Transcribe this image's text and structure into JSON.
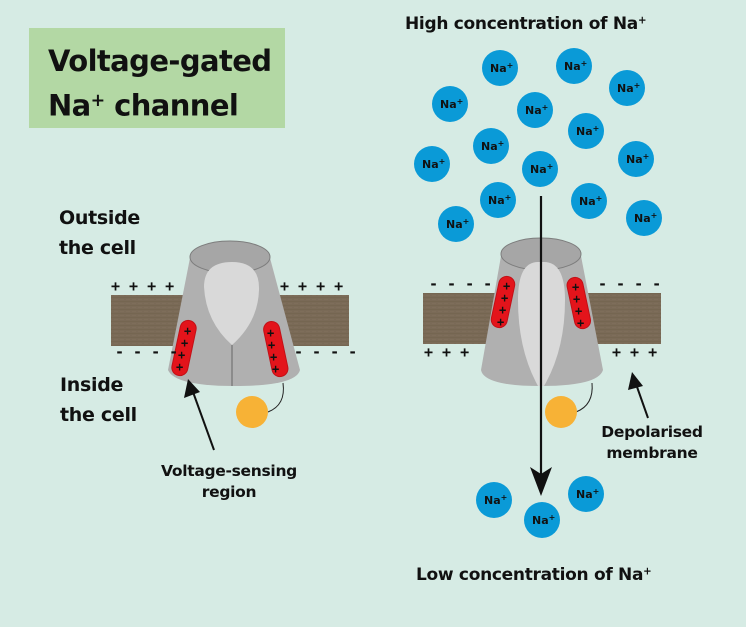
{
  "title": {
    "line1": "Voltage-gated",
    "line2_main": "Na",
    "line2_sup": "+",
    "line2_rest": " channel"
  },
  "labels": {
    "outside_line1": "Outside",
    "outside_line2": "the cell",
    "inside_line1": "Inside",
    "inside_line2": "the cell",
    "voltage_sensing_line1": "Voltage-sensing",
    "voltage_sensing_line2": "region",
    "depolarised_line1": "Depolarised",
    "depolarised_line2": "membrane",
    "high_concentration": "High concentration of Na",
    "low_concentration": "Low concentration of Na",
    "superscript_plus": "+"
  },
  "ion": {
    "symbol": "Na",
    "charge": "+"
  },
  "charges": {
    "resting": {
      "outside": "+ + + +",
      "inside": "- - - -"
    },
    "depolarised": {
      "outside": "- - - -",
      "inside": "+ + +"
    }
  },
  "ions_high_count": 14,
  "ions_low_count": 3,
  "colors": {
    "background": "#d6ebe4",
    "title_box": "#b3d8a4",
    "membrane": "#7a6a57",
    "channel": "#b0b0b0",
    "channel_inner": "#d9d9d9",
    "sensor": "#e3141b",
    "gate_ball": "#f7b236",
    "ion": "#0a9ad7"
  }
}
